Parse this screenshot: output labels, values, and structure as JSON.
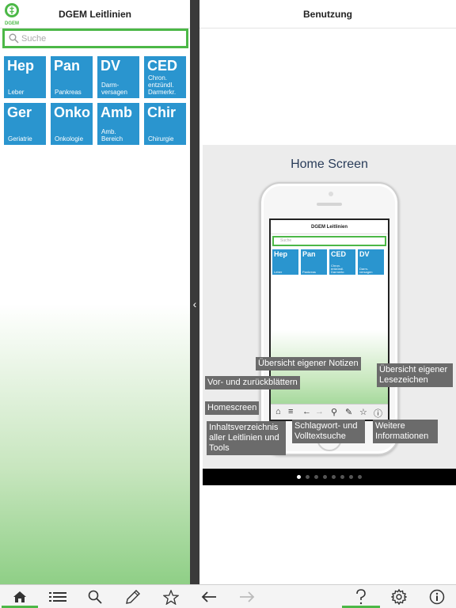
{
  "left": {
    "logo_text": "DGEM",
    "title": "DGEM Leitlinien",
    "search_placeholder": "Suche",
    "tiles": [
      {
        "abbr": "Hep",
        "label": "Leber"
      },
      {
        "abbr": "Pan",
        "label": "Pankreas"
      },
      {
        "abbr": "DV",
        "label": "Darm-\nversagen"
      },
      {
        "abbr": "CED",
        "label": "Chron.\nentzündl.\nDarmerkr."
      },
      {
        "abbr": "Ger",
        "label": "Geriatrie"
      },
      {
        "abbr": "Onko",
        "label": "Onkologie"
      },
      {
        "abbr": "Amb",
        "label": "Amb.\nBereich"
      },
      {
        "abbr": "Chir",
        "label": "Chirurgie"
      }
    ]
  },
  "right": {
    "title": "Benutzung",
    "slide": {
      "title": "Home Screen",
      "phone": {
        "title": "DGEM Leitlinien",
        "search_placeholder": "Suche",
        "tiles": [
          {
            "abbr": "Hep",
            "label": "Leber"
          },
          {
            "abbr": "Pan",
            "label": "Pankreas"
          },
          {
            "abbr": "CED",
            "label": "Chron.\nentzündl.\nDarmerkr."
          },
          {
            "abbr": "DV",
            "label": "Darm-\nversagen"
          }
        ]
      },
      "callouts": {
        "notes": "Übersicht eigener Notizen",
        "bookmarks": "Übersicht eigener\nLesezeichen",
        "navigate": "Vor- und zurückblättern",
        "home": "Homescreen",
        "toc": "Inhaltsverzeichnis\naller Leitlinien und\nTools",
        "search": "Schlagwort- und\nVolltextsuche",
        "info": "Weitere\nInformationen"
      }
    },
    "pager": {
      "count": 8,
      "active": 0
    }
  },
  "toolbar": {
    "items": [
      "home-icon",
      "list-icon",
      "search-icon",
      "pencil-icon",
      "star-icon",
      "arrow-left-icon",
      "arrow-right-icon",
      "help-icon",
      "gear-icon",
      "info-icon"
    ],
    "accent_color": "#4cb847"
  },
  "colors": {
    "tile_blue": "#2a95cf",
    "accent_green": "#4cb847",
    "divider": "#3a3a3a"
  }
}
